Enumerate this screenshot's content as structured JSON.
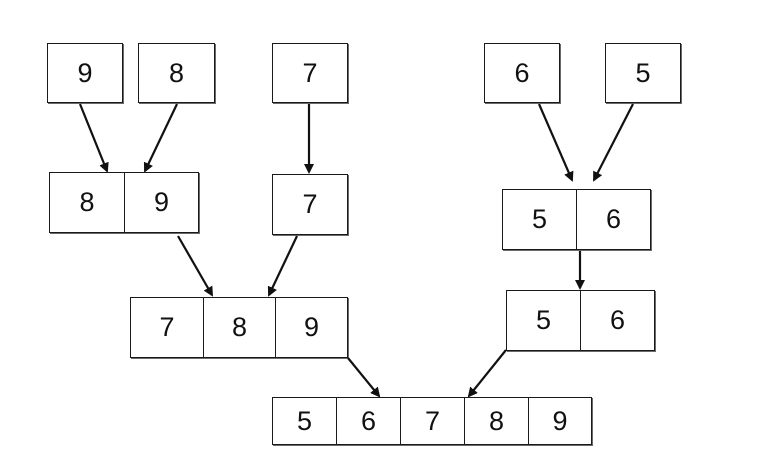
{
  "diagram": {
    "level1": [
      "9",
      "8",
      "7",
      "6",
      "5"
    ],
    "level2": {
      "left_pair": [
        "8",
        "9"
      ],
      "middle_single": "7",
      "right_pair": [
        "5",
        "6"
      ]
    },
    "level3": {
      "left_triple": [
        "7",
        "8",
        "9"
      ],
      "right_pair": [
        "5",
        "6"
      ]
    },
    "level4": [
      "5",
      "6",
      "7",
      "8",
      "9"
    ]
  },
  "colors": {
    "stroke": "#111111",
    "cell_border": "#1a1a1a"
  }
}
